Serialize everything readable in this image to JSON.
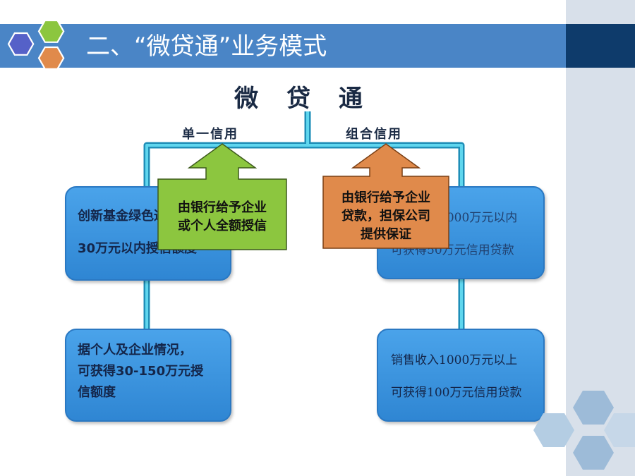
{
  "slide": {
    "title": "二、“微贷通”业务模式"
  },
  "diagram": {
    "root": "微 贷 通",
    "branches": {
      "single": {
        "label": "单一信用",
        "callout": [
          "由银行给予企业",
          "或个人全额授信"
        ],
        "boxes": [
          [
            "创新基金绿色通道",
            "30万元以内授信额度"
          ],
          [
            "据个人及企业情况，",
            "可获得30-150万元授",
            "信额度"
          ]
        ]
      },
      "combined": {
        "label": "组合信用",
        "callout": [
          "由银行给予企业",
          "贷款，担保公司",
          "提供保证"
        ],
        "boxes": [
          [
            "销售收入1000万元以内",
            "可获得50万元信用贷款"
          ],
          [
            "销售收入1000万元以上",
            "可获得100万元信用贷款"
          ]
        ]
      }
    }
  },
  "colors": {
    "title_bar": "#4a85c6",
    "title_bar_dark": "#0e3b6b",
    "side_strip": "#d8e0ea",
    "connector": "#2fb6d6",
    "box": "#3b96e0",
    "callout_green": "#8cc63f",
    "callout_orange": "#e08a4b"
  },
  "icons": {
    "logo": "hexagon-cluster-logo",
    "decoration": "hexagon-pattern-icon"
  }
}
